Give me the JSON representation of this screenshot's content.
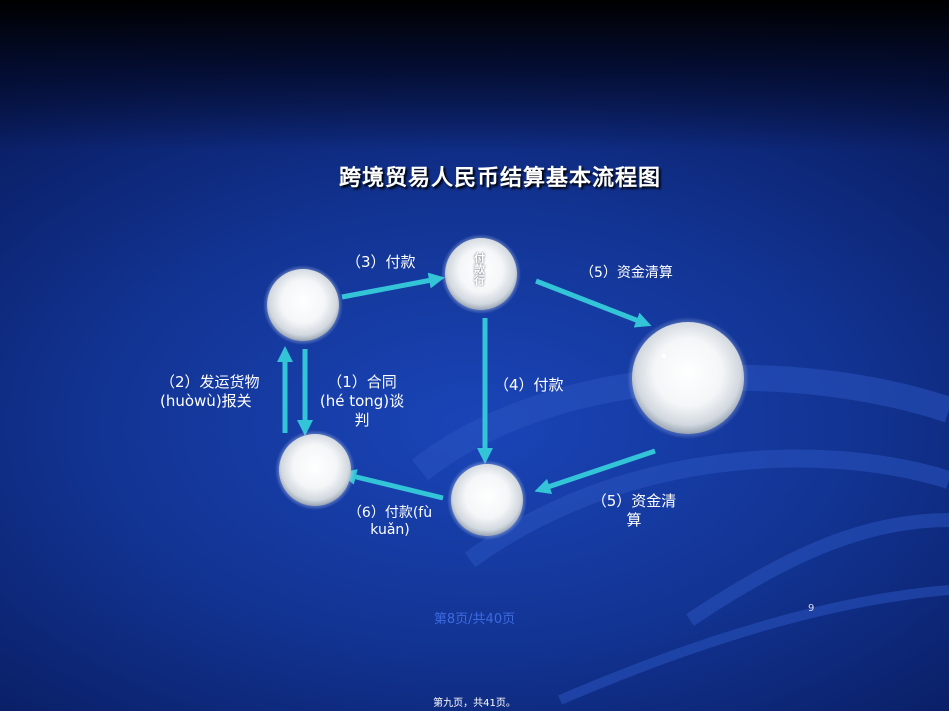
{
  "title": "跨境贸易人民币结算基本流程图",
  "nodes": {
    "pay_bank": "付款行",
    "top_left": "",
    "bottom_left": "",
    "bottom_center": "",
    "right": ""
  },
  "labels": {
    "step3": "（3）付款",
    "step5_top": "（5）资金清算",
    "step2": [
      "（2）发运货物",
      "(huòwù)报关"
    ],
    "step1": [
      "（1）合同",
      "(hé tong)谈",
      "判"
    ],
    "step4": "（4）付款",
    "step6": [
      "（6）付款(fù",
      "kuǎn)"
    ],
    "step5_bottom": [
      "（5）资金清",
      "算"
    ]
  },
  "page_number": "9",
  "footer_page": "第8页/共40页",
  "footer_bottom": "第九页，共41页。",
  "colors": {
    "arrow": "#33c4d8",
    "background": "#1535a0"
  }
}
